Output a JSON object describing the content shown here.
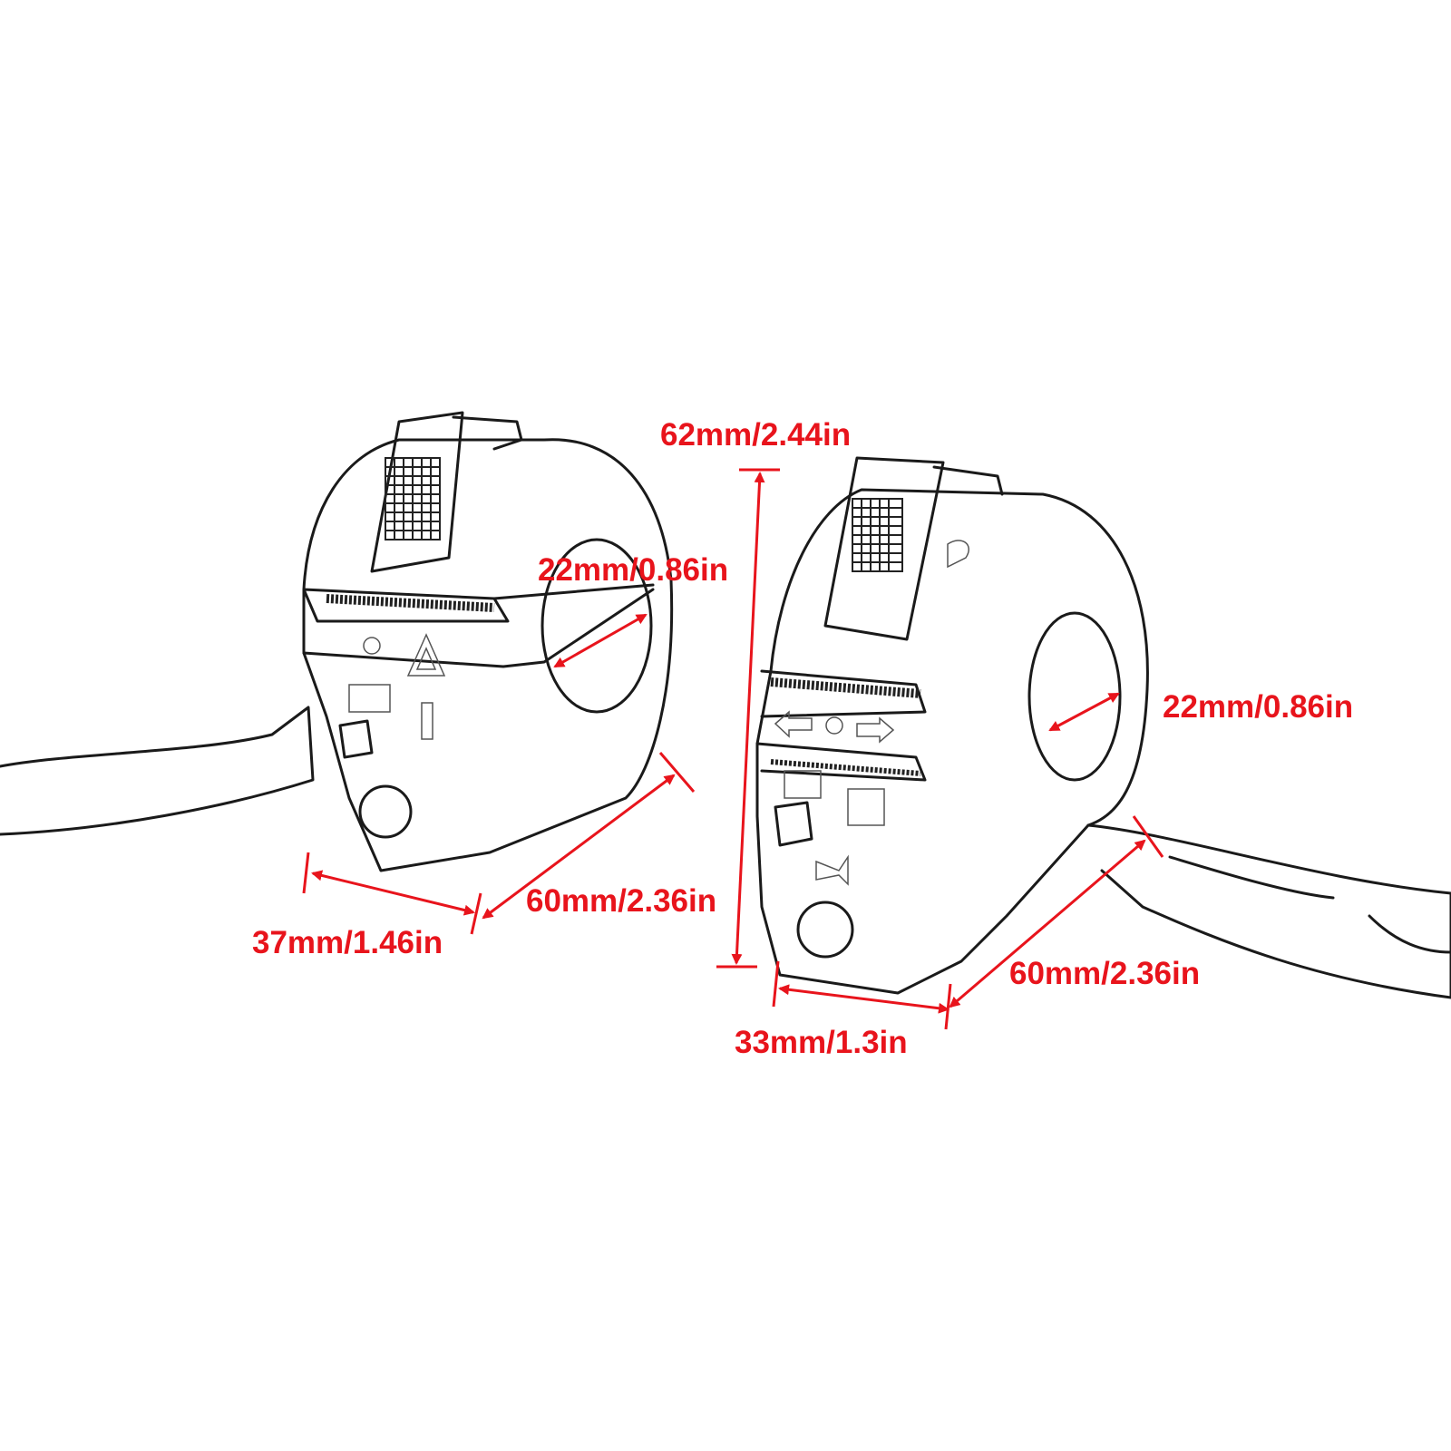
{
  "dimensions": {
    "overall_height": "62mm/2.44in",
    "left_bore": "22mm/0.86in",
    "right_bore": "22mm/0.86in",
    "left_depth": "60mm/2.36in",
    "left_width": "37mm/1.46in",
    "right_depth": "60mm/2.36in",
    "right_width": "33mm/1.3in"
  },
  "colors": {
    "dimension": "#e8141c",
    "outline": "#1a1a1a",
    "background": "#ffffff"
  }
}
